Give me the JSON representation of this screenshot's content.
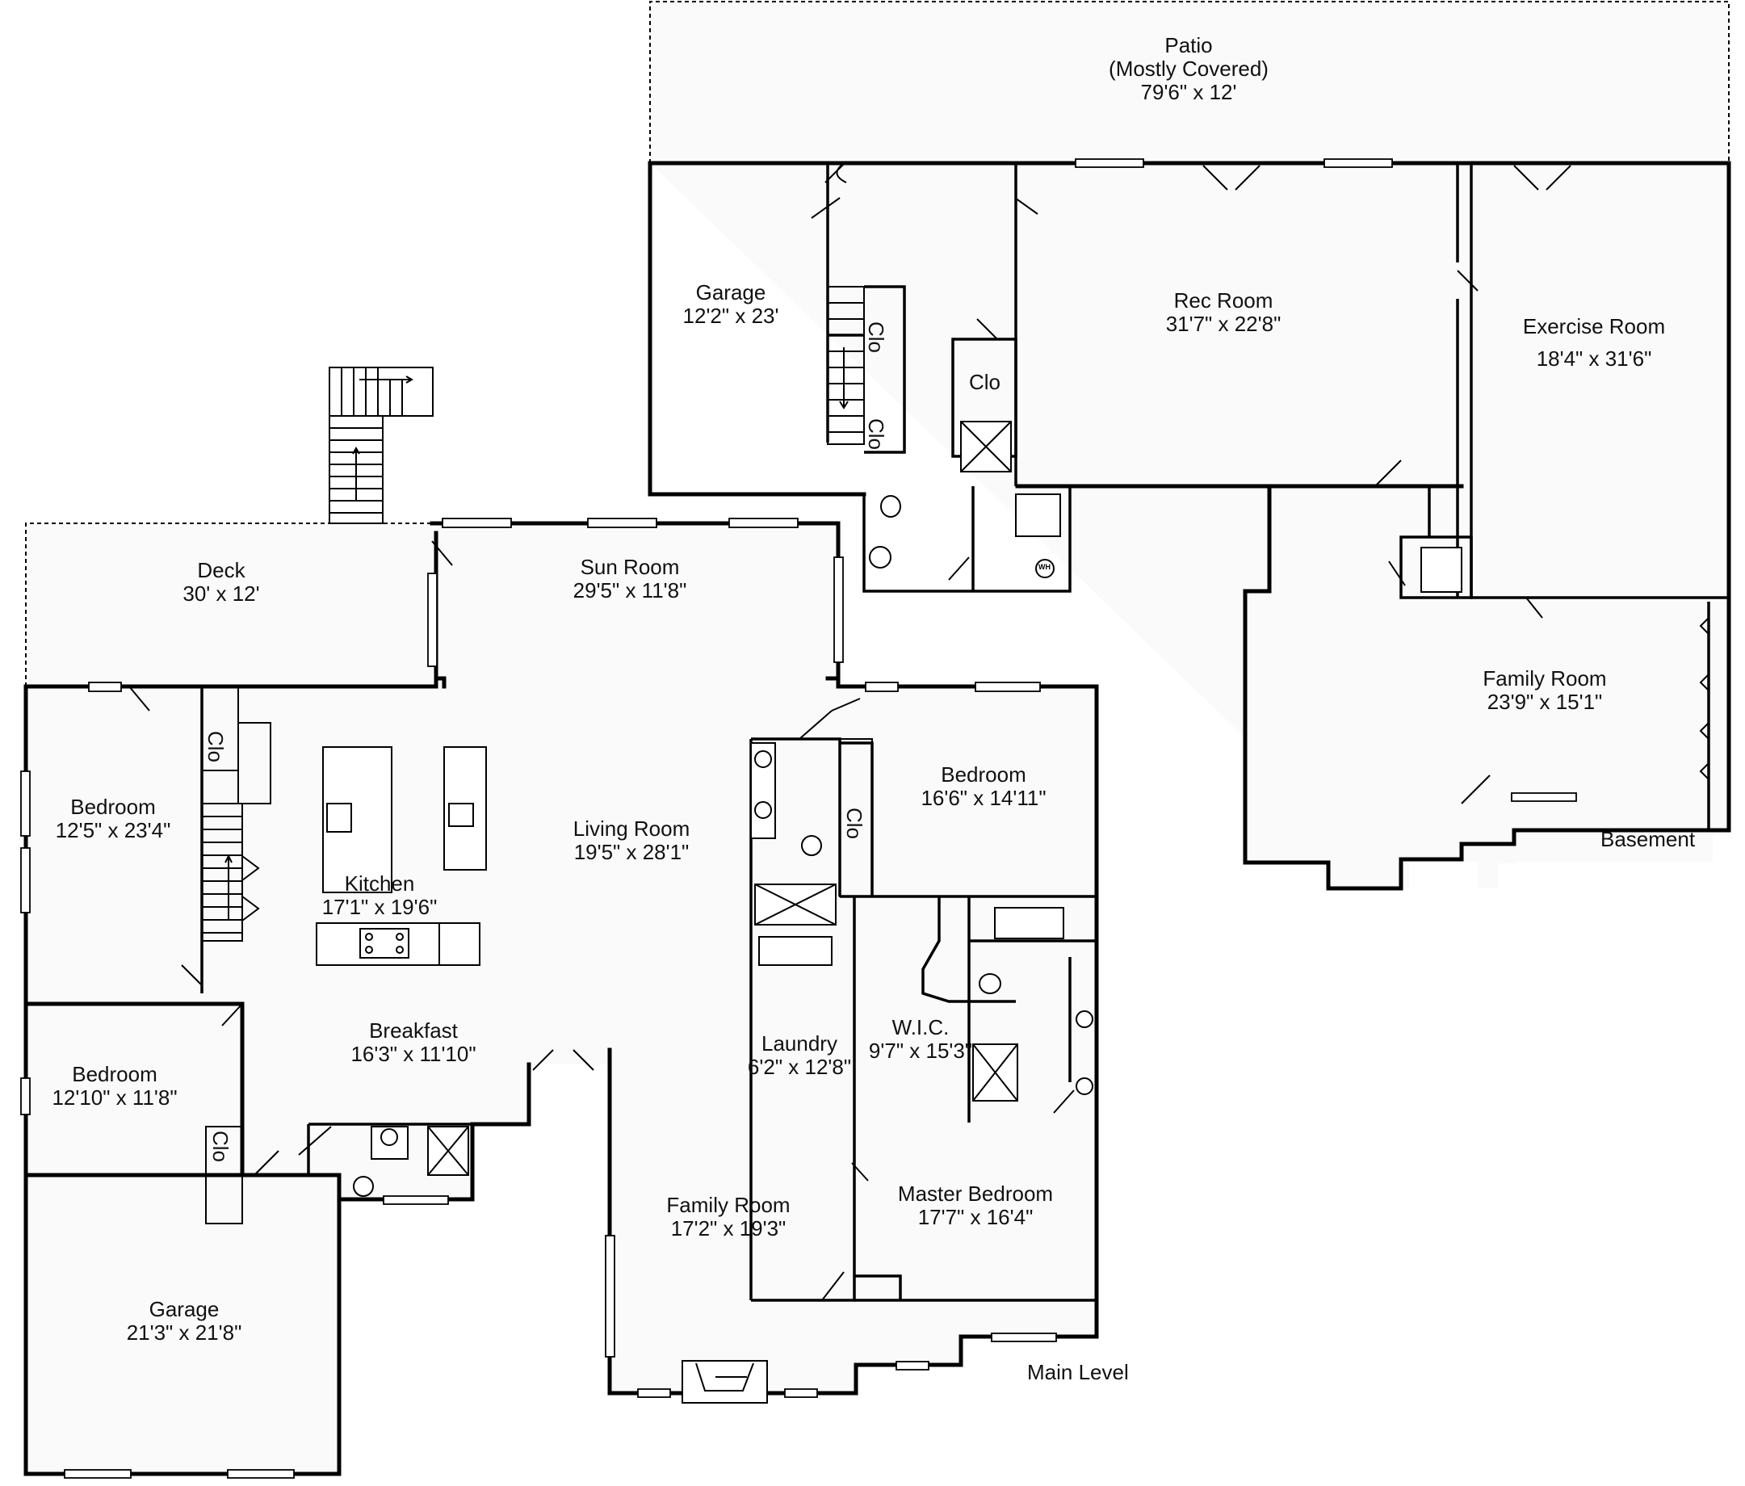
{
  "floorplan": {
    "levels": [
      {
        "name": "Main Level",
        "label": "Main Level"
      },
      {
        "name": "Basement",
        "label": "Basement"
      }
    ],
    "rooms": {
      "patio": {
        "name": "Patio",
        "note": "(Mostly Covered)",
        "dim": "79'6\" x 12'"
      },
      "garage_basement": {
        "name": "Garage",
        "dim": "12'2\" x 23'"
      },
      "rec_room": {
        "name": "Rec Room",
        "dim": "31'7\" x 22'8\""
      },
      "exercise_room": {
        "name": "Exercise Room",
        "dim": "18'4\" x 31'6\""
      },
      "family_room_basement": {
        "name": "Family Room",
        "dim": "23'9\" x 15'1\""
      },
      "deck": {
        "name": "Deck",
        "dim": "30' x 12'"
      },
      "sun_room": {
        "name": "Sun Room",
        "dim": "29'5\" x 11'8\""
      },
      "bedroom_1": {
        "name": "Bedroom",
        "dim": "12'5\" x 23'4\""
      },
      "living_room": {
        "name": "Living Room",
        "dim": "19'5\" x 28'1\""
      },
      "bedroom_2": {
        "name": "Bedroom",
        "dim": "16'6\" x 14'11\""
      },
      "kitchen": {
        "name": "Kitchen",
        "dim": "17'1\" x 19'6\""
      },
      "breakfast": {
        "name": "Breakfast",
        "dim": "16'3\" x 11'10\""
      },
      "bedroom_3": {
        "name": "Bedroom",
        "dim": "12'10\" x 11'8\""
      },
      "laundry": {
        "name": "Laundry",
        "dim": "6'2\" x 12'8\""
      },
      "wic": {
        "name": "W.I.C.",
        "dim": "9'7\" x 15'3\""
      },
      "family_room_main": {
        "name": "Family Room",
        "dim": "17'2\" x 19'3\""
      },
      "master_bedroom": {
        "name": "Master Bedroom",
        "dim": "17'7\" x 16'4\""
      },
      "garage_main": {
        "name": "Garage",
        "dim": "21'3\" x 21'8\""
      }
    },
    "closets": [
      {
        "id": "clo_basement_1",
        "label": "Clo"
      },
      {
        "id": "clo_basement_2",
        "label": "Clo"
      },
      {
        "id": "clo_basement_3",
        "label": "Clo"
      },
      {
        "id": "clo_bedroom_1",
        "label": "Clo"
      },
      {
        "id": "clo_bedroom_2",
        "label": "Clo"
      },
      {
        "id": "clo_bedroom_3",
        "label": "Clo"
      }
    ],
    "symbols": {
      "water_heater": "WH"
    },
    "colors": {
      "wall": "#000000",
      "floor": "#fafafa",
      "background": "#ffffff"
    }
  }
}
